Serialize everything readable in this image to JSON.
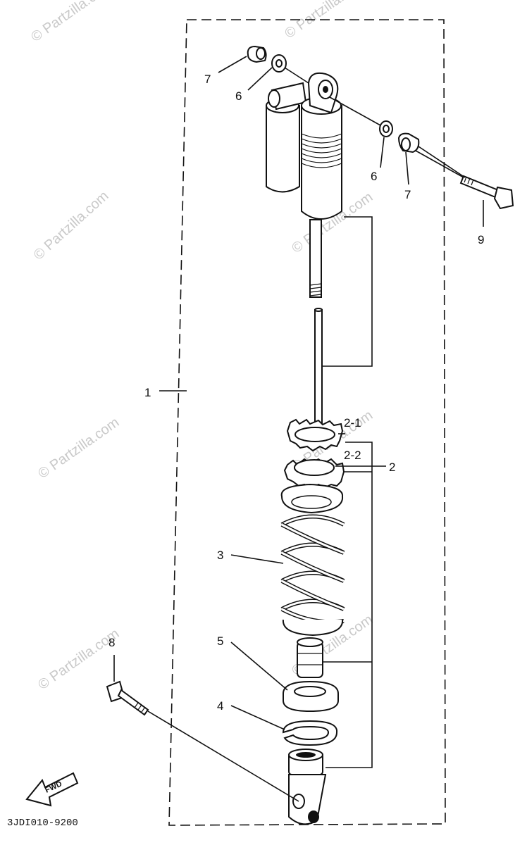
{
  "diagram": {
    "callouts": [
      "1",
      "2",
      "2-1",
      "2-2",
      "3",
      "4",
      "5",
      "6",
      "6",
      "7",
      "7",
      "8",
      "9"
    ],
    "code": "3JDI010-9200",
    "fwd": "FWD",
    "watermark": "© Partzilla.com"
  }
}
